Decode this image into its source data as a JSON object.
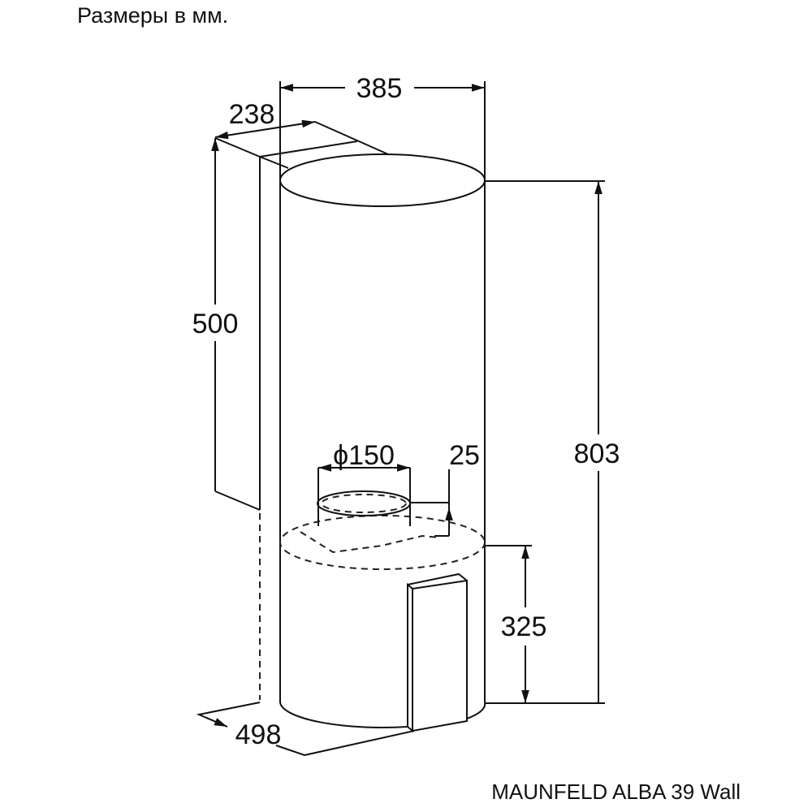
{
  "header": {
    "title": "Размеры в мм."
  },
  "footer": {
    "model": "MAUNFELD ALBA 39 Wall"
  },
  "dimensions": {
    "diameter_top": "385",
    "duct_depth": "238",
    "duct_height": "500",
    "total_height": "803",
    "outlet_diameter": "ϕ150",
    "outlet_height": "25",
    "lower_height": "325",
    "total_depth": "498"
  }
}
